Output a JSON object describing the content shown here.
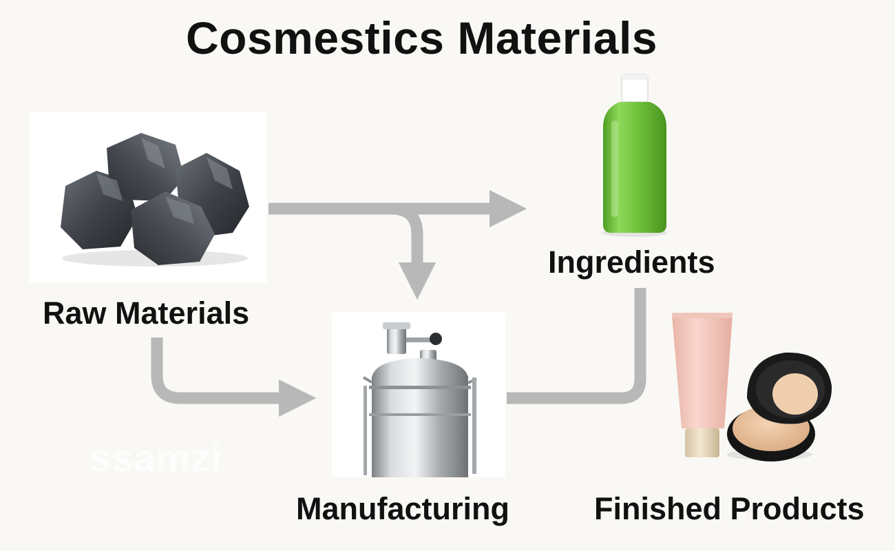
{
  "title": "Cosmestics Materials",
  "nodes": {
    "raw_materials": "Raw Materials",
    "ingredients": "Ingredients",
    "manufacturing": "Manufacturing",
    "finished_products": "Finished Products"
  },
  "watermark": "ssamzi",
  "colors": {
    "background": "#faf8f4",
    "arrow": "#b8b8b8",
    "bottle": "#6fc23a",
    "stone": "#3f4349",
    "steel": "#b9bcbe",
    "tube": "#f4c7bd",
    "compact": "#151515",
    "powder": "#e9c29f"
  },
  "icons": {
    "raw_materials": "stones-icon",
    "ingredients": "green-bottle-icon",
    "manufacturing": "steel-tank-icon",
    "finished_products": "tube-and-compact-icon"
  }
}
